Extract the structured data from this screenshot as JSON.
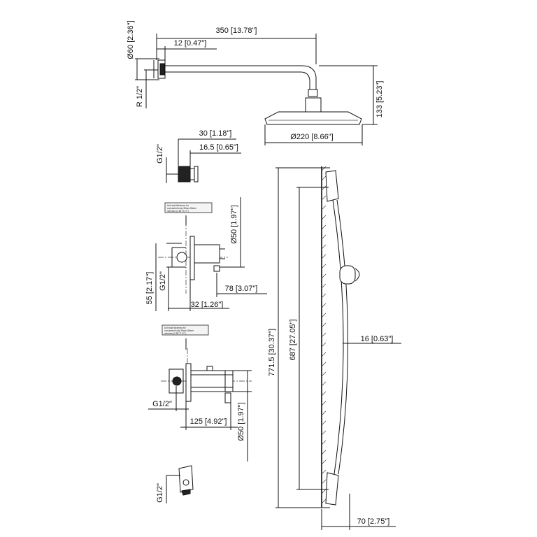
{
  "shower_head": {
    "arm_length": "350 [13.78\"]",
    "wall_offset": "12 [0.47\"]",
    "flange_diameter": "Ø60 [2.36\"]",
    "thread": "R 1/2\"",
    "height": "133 [5.23\"]",
    "head_diameter": "Ø220 [8.66\"]"
  },
  "wall_outlet": {
    "depth": "30 [1.18\"]",
    "flange": "16.5 [0.65\"]",
    "thread": "G1/2\""
  },
  "diverter_valve": {
    "note_lines": [
      "Unit wall thickness for",
      "concealed body 35mm-55mm",
      "min/max (1.38\"-2.17\")"
    ],
    "diameter": "Ø50 [1.97\"]",
    "depth_max": "55 [2.17\"]",
    "thread": "G1/2\"",
    "length": "78 [3.07\"]",
    "offset": "32 [1.26\"]"
  },
  "thermostatic_valve": {
    "note_lines": [
      "Unit wall thickness for",
      "concealed body 35mm-55mm",
      "min/max (1.38\"-2.17\")"
    ],
    "thread": "G1/2\"",
    "length": "125 [4.92\"]",
    "diameter": "Ø50 [1.97\"]"
  },
  "elbow": {
    "thread": "G1/2\""
  },
  "slide_bar": {
    "total_height": "771.5 [30.37\"]",
    "rail_length": "687 [27.05\"]",
    "rail_diameter": "16 [0.63\"]",
    "projection": "70 [2.75\"]"
  }
}
